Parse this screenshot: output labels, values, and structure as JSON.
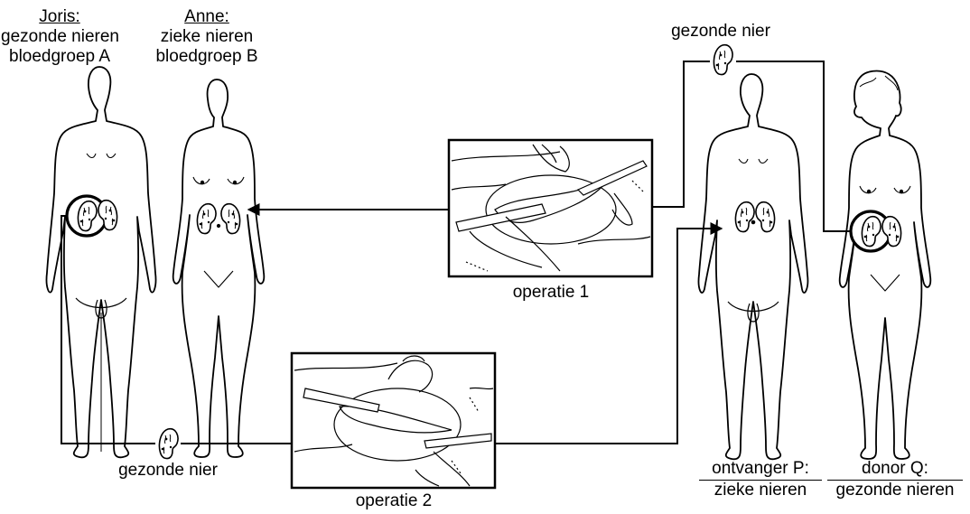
{
  "joris": {
    "name": "Joris:",
    "line1": "gezonde nieren",
    "line2": "bloedgroep A"
  },
  "anne": {
    "name": "Anne:",
    "line1": "zieke nieren",
    "line2": "bloedgroep B"
  },
  "top_kidney_label": "gezonde nier",
  "bottom_kidney_label": "gezonde nier",
  "operation1_label": "operatie 1",
  "operation2_label": "operatie 2",
  "recipient": {
    "title": "ontvanger P:",
    "subtitle": "zieke nieren"
  },
  "donor": {
    "title": "donor Q:",
    "subtitle": "gezonde nieren"
  }
}
